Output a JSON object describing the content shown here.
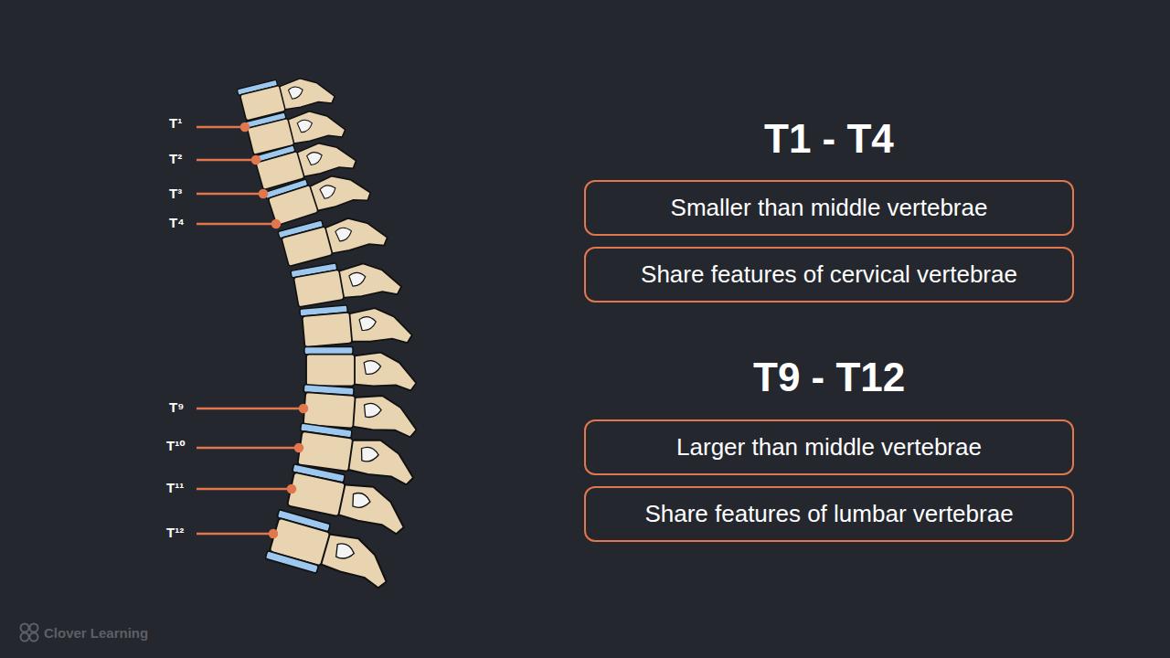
{
  "diagram": {
    "nodes": [
      {
        "text": [
          "Smaller than middle vertebrae"
        ]
      },
      {
        "text": [
          "Share features of cervical vertebrae"
        ]
      },
      {
        "text": [
          "Larger than middle vertebrae"
        ]
      },
      {
        "text": [
          "Share features of lumbar vertebrae"
        ]
      }
    ],
    "labels": [
      "T¹",
      "T²",
      "T³",
      "T⁴",
      "T⁹",
      "T¹⁰",
      "T¹¹",
      "T¹²",
      "T1 - T4",
      "T9 - T12",
      "Clover Learning"
    ]
  }
}
